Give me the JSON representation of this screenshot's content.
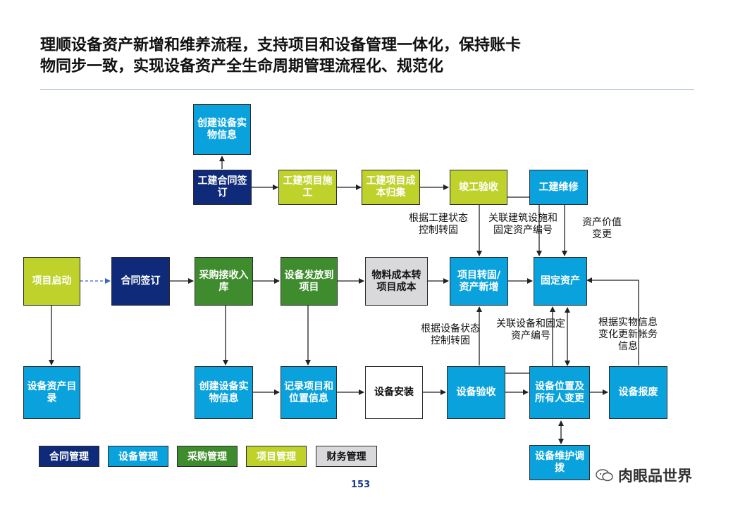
{
  "title": {
    "line1": "理顺设备资产新增和维养流程，支持项目和设备管理一体化，保持账卡",
    "line2": "物同步一致，实现设备资产全生命周期管理流程化、规范化"
  },
  "nodes": {
    "create_entity_top": "创建设备实物信息",
    "gj_contract": "工建合同签订",
    "gj_construction": "工建项目施工",
    "gj_cost": "工建项目成本归集",
    "completion": "竣工验收",
    "gj_maintenance": "工建维修",
    "project_start": "项目启动",
    "contract_sign": "合同签订",
    "purchase_receive": "采购接收入库",
    "equipment_issue": "设备发放到项目",
    "material_cost": "物料成本转项目成本",
    "project_transfer": "项目转固/资产新增",
    "fixed_asset": "固定资产",
    "asset_catalog": "设备资产目录",
    "create_entity_bottom": "创建设备实物信息",
    "record_location": "记录项目和位置信息",
    "installation": "设备安装",
    "acceptance": "设备验收",
    "location_owner_change": "设备位置及所有人变更",
    "scrap": "设备报废",
    "maint_dispatch": "设备维护调拨"
  },
  "annotations": {
    "gj_status": "根据工建状态控制转固",
    "link_building": "关联建筑设施和固定资产编号",
    "value_change": "资产价值变更",
    "eq_status": "根据设备状态控制转固",
    "link_equipment": "关联设备和固定资产编号",
    "update_info": "根据实物信息变化更新帐务信息"
  },
  "legend": [
    {
      "label": "合同管理",
      "color": "#0e2a78"
    },
    {
      "label": "设备管理",
      "color": "#0aa2dd"
    },
    {
      "label": "采购管理",
      "color": "#3f8c2e"
    },
    {
      "label": "项目管理",
      "color": "#bfd22b"
    },
    {
      "label": "财务管理",
      "color": "#d9d9dc"
    }
  ],
  "page_number": "153",
  "watermark": "肉眼品世界"
}
